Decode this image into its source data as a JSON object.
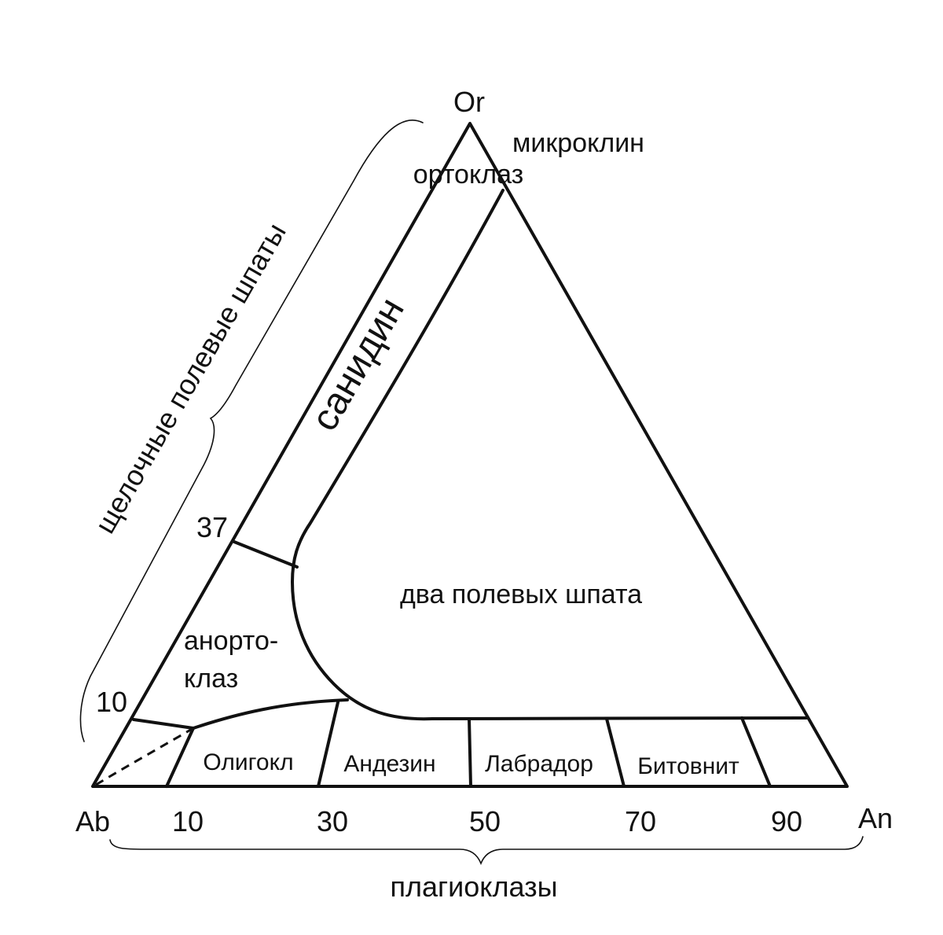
{
  "vertices": {
    "top": "Or",
    "left": "Ab",
    "right": "An"
  },
  "fields": {
    "microcline": "микроклин",
    "orthoclase": "ортоклаз",
    "sanidine": "санидин",
    "anorthoclase_line1": "анорто-",
    "anorthoclase_line2": "клаз",
    "two_feldspars": "два полевых шпата"
  },
  "plagioclases": {
    "oligoclase": "Олигокл",
    "andesine": "Андезин",
    "labradorite": "Лабрадор",
    "bytownite": "Битовнит"
  },
  "side_ticks": {
    "upper": "37",
    "lower": "10"
  },
  "bottom_ticks": [
    "10",
    "30",
    "50",
    "70",
    "90"
  ],
  "group_labels": {
    "alkali_feldspars": "щелочные полевые шпаты",
    "plagioclases": "плагиоклазы"
  }
}
